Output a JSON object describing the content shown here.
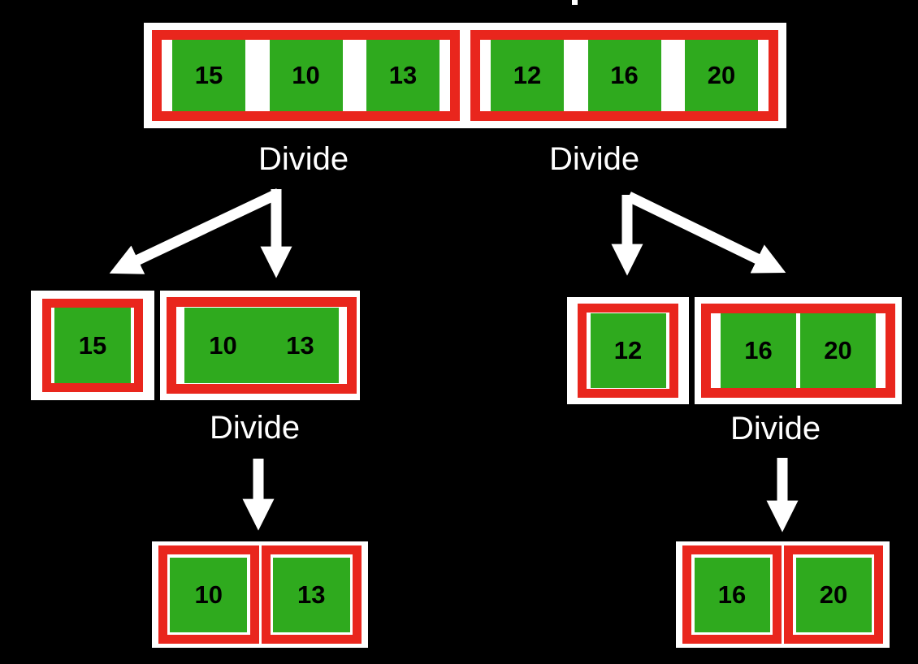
{
  "diagram": {
    "divide_labels": [
      "Divide",
      "Divide",
      "Divide",
      "Divide"
    ],
    "root": {
      "left_group": [
        "15",
        "10",
        "13"
      ],
      "right_group": [
        "12",
        "16",
        "20"
      ]
    },
    "level1": {
      "left": {
        "single": [
          "15"
        ],
        "pair": [
          "10",
          "13"
        ]
      },
      "right": {
        "single": [
          "12"
        ],
        "pair": [
          "16",
          "20"
        ]
      }
    },
    "level2": {
      "left": [
        "10",
        "13"
      ],
      "right": [
        "16",
        "20"
      ]
    }
  },
  "colors": {
    "background": "#000000",
    "frame_red": "#E9261D",
    "cell_green": "#2FAA1E",
    "label_and_arrow_white": "#FFFFFF",
    "number_black": "#000000"
  }
}
